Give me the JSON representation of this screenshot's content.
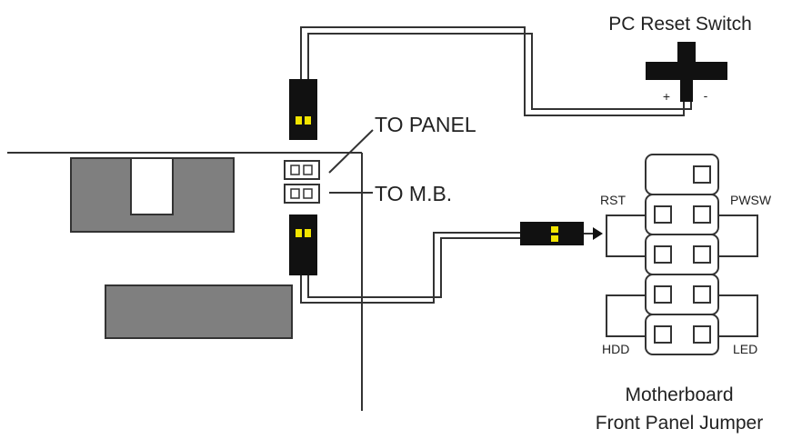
{
  "labels": {
    "reset_switch": "PC Reset Switch",
    "to_panel": "TO PANEL",
    "to_mb": "TO M.B.",
    "rst": "RST",
    "pwsw": "PWSW",
    "hdd": "HDD",
    "led": "LED",
    "caption_line1": "Motherboard",
    "caption_line2": "Front Panel Jumper"
  },
  "switch_polarity": {
    "plus": "+",
    "minus": "-"
  },
  "colors": {
    "line": "#333333",
    "board_fill": "#7f7f7f",
    "connector": "#111111",
    "pin": "#f2e400"
  }
}
